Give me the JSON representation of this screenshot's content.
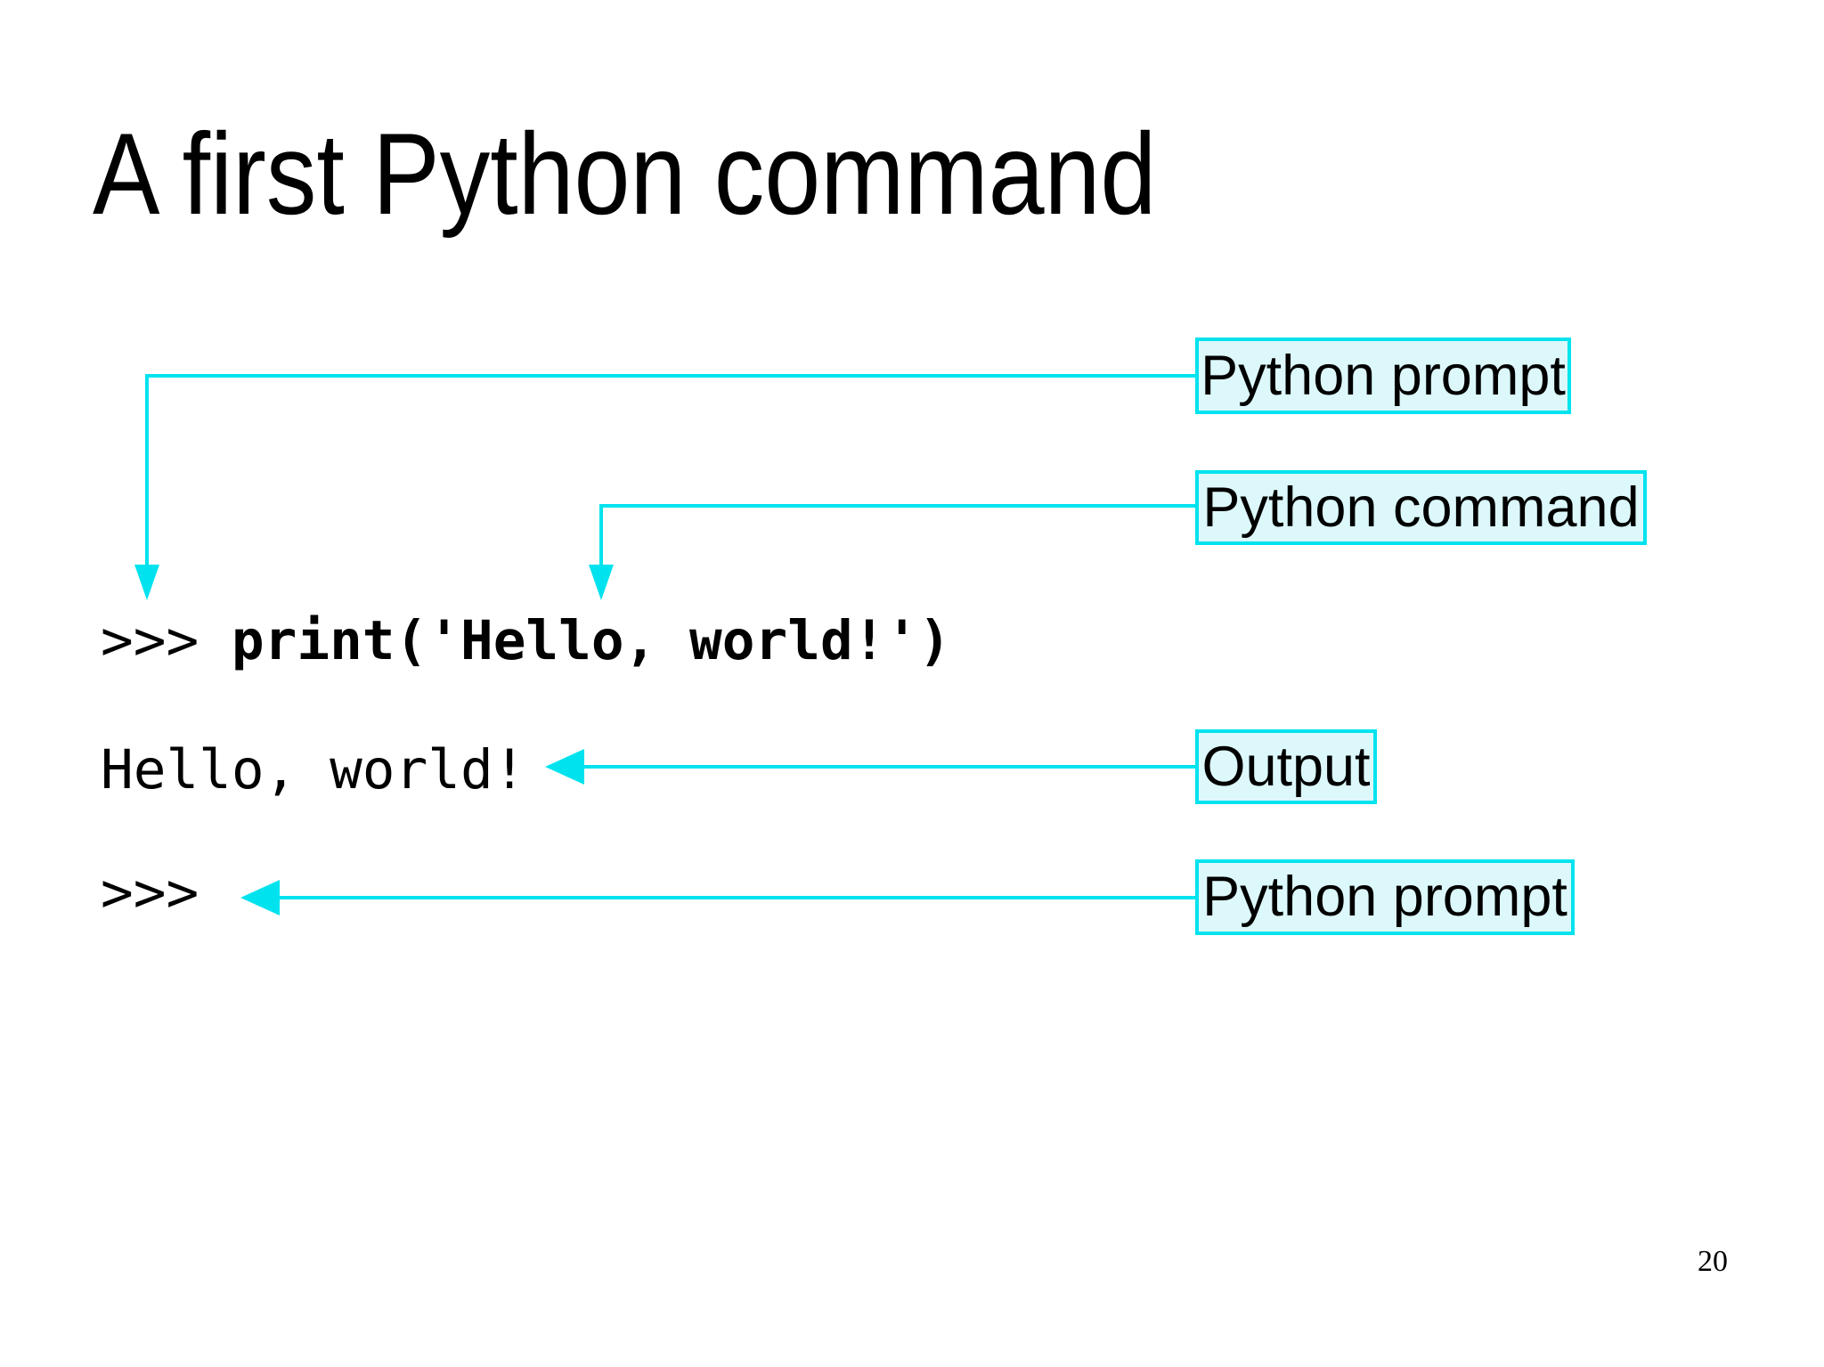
{
  "slide": {
    "title": "A first Python command",
    "page_number": "20"
  },
  "terminal": {
    "prompt_line1": ">>> ",
    "command": "print('Hello, world!')",
    "output": "Hello, world!",
    "prompt_line2": ">>>"
  },
  "callouts": {
    "python_prompt_top": "Python prompt",
    "python_command": "Python command",
    "output": "Output",
    "python_prompt_bottom": "Python prompt"
  },
  "colors": {
    "accent": "#00e3ee",
    "label_fill": "#dcf8fb",
    "text": "#000000",
    "background": "#ffffff"
  }
}
